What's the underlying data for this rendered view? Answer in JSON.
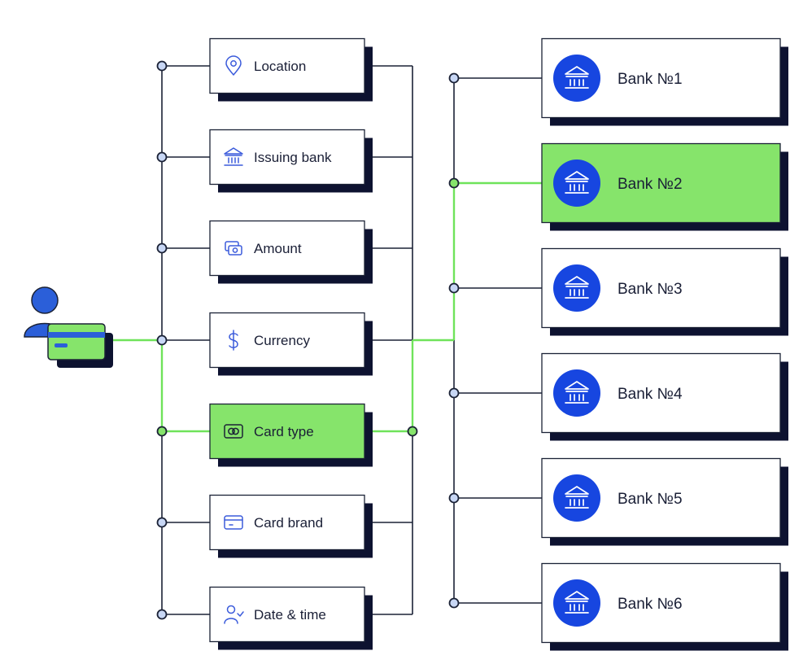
{
  "colors": {
    "line": "#1b2236",
    "active": "#86e46b",
    "active_line": "#6fe35a",
    "node_fill": "#c8d7f5",
    "icon_blue": "#3b5bdb",
    "bank_circle": "#1746e0",
    "card_shadow": "#0d1230",
    "user_blue": "#2b5fd9"
  },
  "criteria": [
    {
      "label": "Location",
      "icon": "location-pin-icon",
      "active": false
    },
    {
      "label": "Issuing bank",
      "icon": "bank-building-icon",
      "active": false
    },
    {
      "label": "Amount",
      "icon": "money-icon",
      "active": false
    },
    {
      "label": "Currency",
      "icon": "dollar-icon",
      "active": false
    },
    {
      "label": "Card type",
      "icon": "card-type-icon",
      "active": true
    },
    {
      "label": "Card brand",
      "icon": "credit-card-icon",
      "active": false
    },
    {
      "label": "Date & time",
      "icon": "user-check-icon",
      "active": false
    }
  ],
  "banks": [
    {
      "label": "Bank №1",
      "icon": "bank-icon",
      "active": false
    },
    {
      "label": "Bank №2",
      "icon": "bank-icon",
      "active": true
    },
    {
      "label": "Bank №3",
      "icon": "bank-icon",
      "active": false
    },
    {
      "label": "Bank №4",
      "icon": "bank-icon",
      "active": false
    },
    {
      "label": "Bank №5",
      "icon": "bank-icon",
      "active": false
    },
    {
      "label": "Bank №6",
      "icon": "bank-icon",
      "active": false
    }
  ],
  "user": {
    "icon": "user-with-card-icon"
  }
}
